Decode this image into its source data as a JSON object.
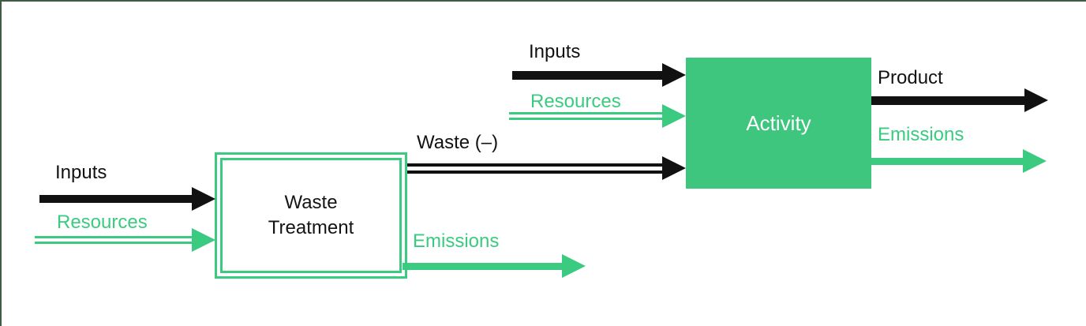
{
  "colors": {
    "green": "#3bcb80",
    "activity_fill": "#3ec67e",
    "black": "#111111",
    "frame": "#3f5d46",
    "background": "#ffffff"
  },
  "boxes": {
    "waste_treatment": {
      "label": "Waste Treatment"
    },
    "activity": {
      "label": "Activity"
    }
  },
  "flows": {
    "wt_inputs": {
      "label": "Inputs"
    },
    "wt_resources": {
      "label": "Resources"
    },
    "wt_emissions": {
      "label": "Emissions"
    },
    "waste_to_activity": {
      "label": "Waste (–)"
    },
    "act_inputs": {
      "label": "Inputs"
    },
    "act_resources": {
      "label": "Resources"
    },
    "act_product": {
      "label": "Product"
    },
    "act_emissions": {
      "label": "Emissions"
    }
  }
}
